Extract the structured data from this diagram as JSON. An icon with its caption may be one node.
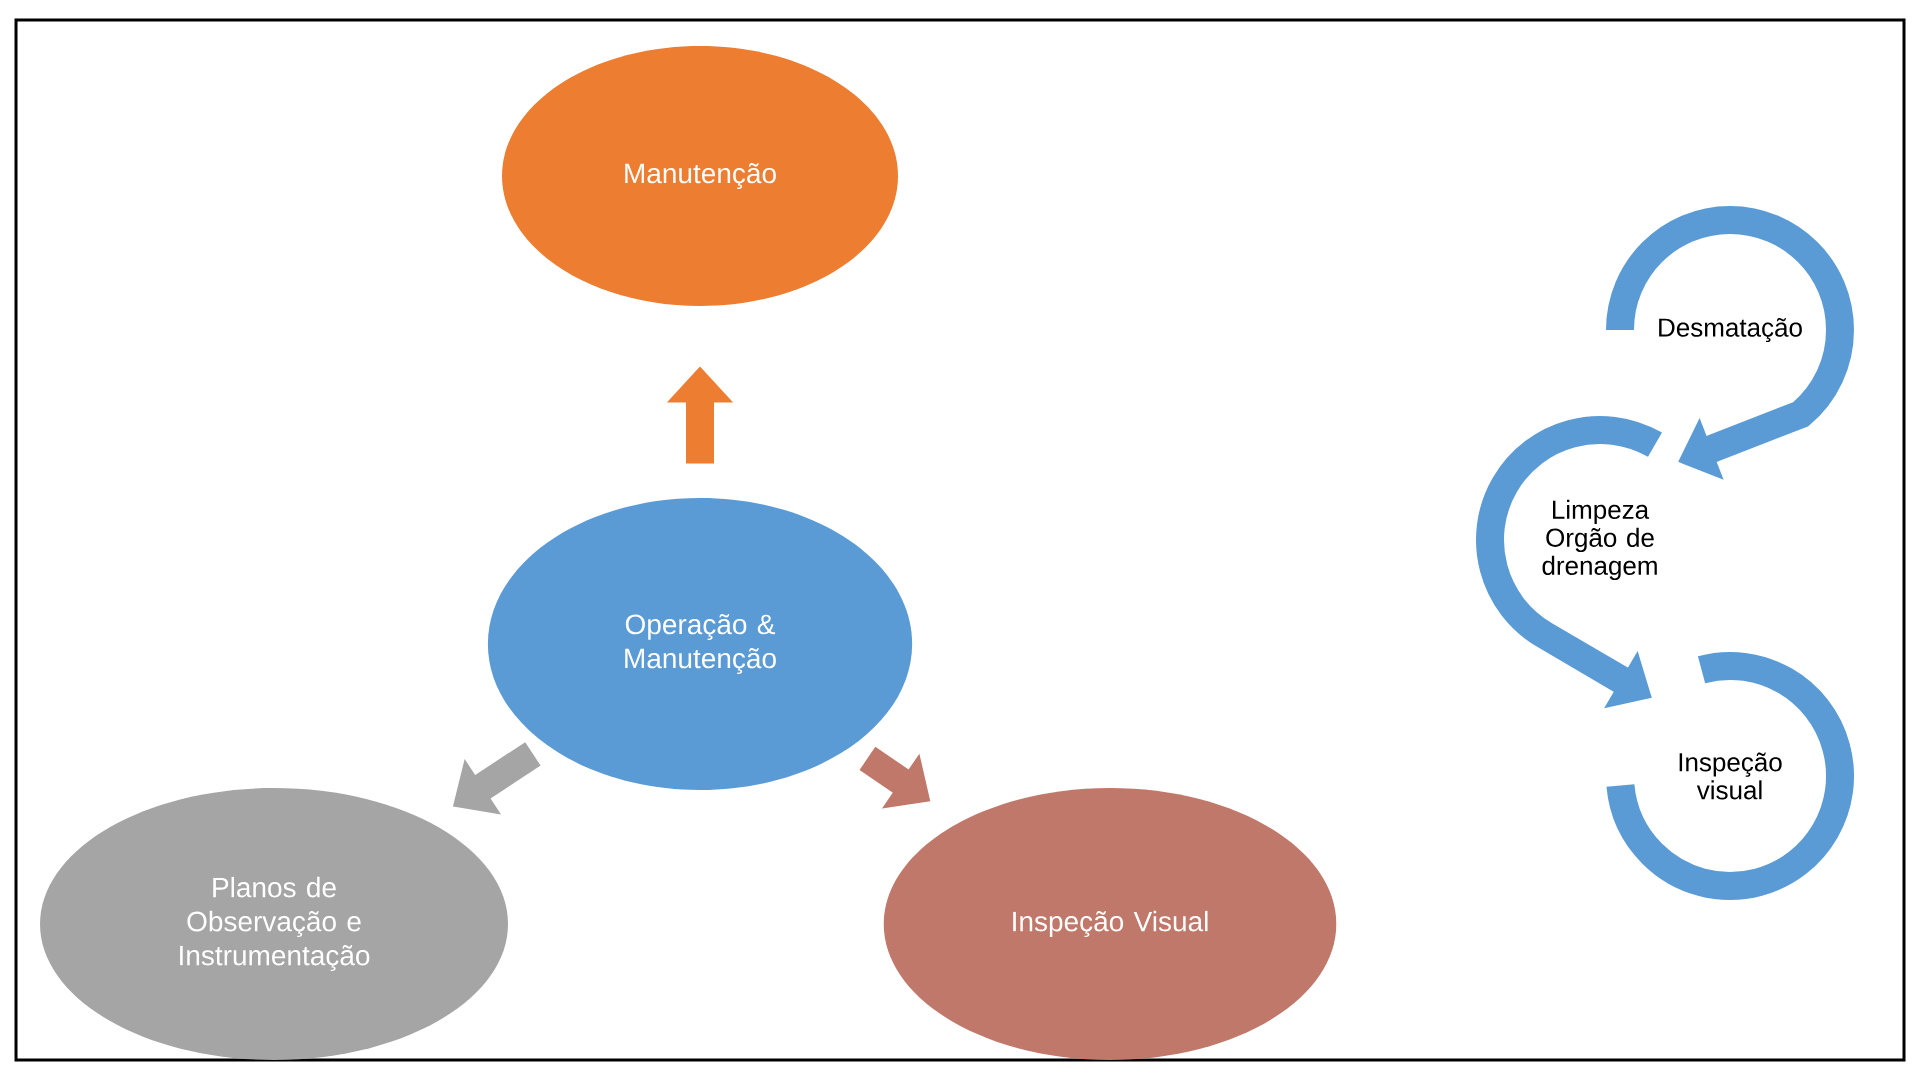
{
  "diagram": {
    "nodes": [
      {
        "text": [
          "Manutenção"
        ]
      },
      {
        "text": [
          "Operação & Manutenção"
        ]
      },
      {
        "text": [
          "Planos de Observação e Instrumentação"
        ]
      },
      {
        "text": [
          "Inspeção Visual"
        ]
      },
      {
        "text": [
          "Desmatação"
        ]
      },
      {
        "text": [
          "Limpeza Orgão de drenagem"
        ]
      },
      {
        "text": [
          "Inspeção visual"
        ]
      }
    ],
    "edges": [
      {
        "from": 1,
        "to": 0,
        "arrow": "to",
        "color": "#ed7d31"
      },
      {
        "from": 1,
        "to": 2,
        "arrow": "to",
        "color": "#a5a5a5"
      },
      {
        "from": 1,
        "to": 3,
        "arrow": "to",
        "color": "#c0786a"
      },
      {
        "from": 4,
        "to": 5,
        "arrow": "to",
        "color": "#5b9bd5"
      },
      {
        "from": 5,
        "to": 6,
        "arrow": "to",
        "color": "#5b9bd5"
      }
    ]
  }
}
